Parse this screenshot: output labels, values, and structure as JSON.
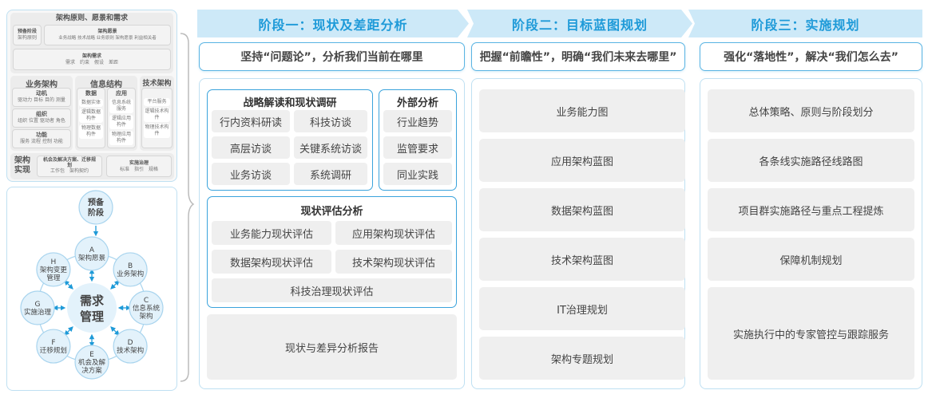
{
  "left_top": {
    "title": "架构原则、愿景和需求",
    "prelim": {
      "title": "预备阶段",
      "items": "架构原则"
    },
    "vision": {
      "title": "架构愿景",
      "items": "业务战略 技术战略 业务原则 架构愿景 利益相关者"
    },
    "requirements": {
      "title": "架构需求",
      "items": "需求　约束　假设　差距"
    },
    "business": {
      "title": "业务架构",
      "blocks": [
        {
          "title": "动机",
          "items": "驱动力 目标 目的 测量"
        },
        {
          "title": "组织",
          "items": "组织 位置 驱动者 角色"
        },
        {
          "title": "功能",
          "items": "服务 流程 控制 功能"
        }
      ]
    },
    "information": {
      "title": "信息结构",
      "data": {
        "title": "数据",
        "items": [
          "数据实体",
          "逻辑数据构件",
          "物理数据构件"
        ]
      },
      "app": {
        "title": "应用",
        "items": [
          "信息系统服务",
          "逻辑应用构件",
          "物理应用构件"
        ]
      }
    },
    "technology": {
      "title": "技术架构",
      "items": [
        "平台服务",
        "逻辑技术构件",
        "物理技术构件"
      ]
    },
    "realization": {
      "title": "架构实现",
      "opportunity": {
        "title": "机会及解决方案、迁移规划",
        "items": "工作包　架构契约"
      },
      "governance": {
        "title": "实施治理",
        "items": "标准　指引　规格"
      }
    }
  },
  "cycle": {
    "center": "需求管理",
    "prelim": "预备阶段",
    "nodes": [
      {
        "letter": "A",
        "label": "架构愿景"
      },
      {
        "letter": "B",
        "label": "业务架构"
      },
      {
        "letter": "C",
        "label": "信息系统架构"
      },
      {
        "letter": "D",
        "label": "技术架构"
      },
      {
        "letter": "E",
        "label": "机会及解决方案"
      },
      {
        "letter": "F",
        "label": "迁移规划"
      },
      {
        "letter": "G",
        "label": "实施治理"
      },
      {
        "letter": "H",
        "label": "架构变更管理"
      }
    ],
    "colors": {
      "fill": "#e3f2fb",
      "stroke": "#a8d4ee",
      "arrow": "#1e9ad8"
    }
  },
  "stages": [
    {
      "title": "阶段一：现状及差距分析",
      "subtitle": "坚持“问题论”，分析我们当前在哪里"
    },
    {
      "title": "阶段二：目标蓝图规划",
      "subtitle": "把握“前瞻性”，明确“我们未来去哪里”"
    },
    {
      "title": "阶段三：实施规划",
      "subtitle": "强化“落地性”，解决“我们怎么去”"
    }
  ],
  "stage1": {
    "research": {
      "title": "战略解读和现状调研",
      "items": [
        "行内资料研读",
        "科技访谈",
        "高层访谈",
        "关键系统访谈",
        "业务访谈",
        "系统调研"
      ]
    },
    "external": {
      "title": "外部分析",
      "items": [
        "行业趋势",
        "监管要求",
        "同业实践"
      ]
    },
    "assessment": {
      "title": "现状评估分析",
      "items": [
        "业务能力现状评估",
        "应用架构现状评估",
        "数据架构现状评估",
        "技术架构现状评估",
        "科技治理现状评估"
      ]
    },
    "report": "现状与差异分析报告"
  },
  "stage2": {
    "items": [
      "业务能力图",
      "应用架构蓝图",
      "数据架构蓝图",
      "技术架构蓝图",
      "IT治理规划",
      "架构专题规划"
    ]
  },
  "stage3": {
    "items": [
      "总体策略、原则与阶段划分",
      "各条线实施路径线路图",
      "项目群实施路径与重点工程提炼",
      "保障机制规划",
      "实施执行中的专家管控与跟踪服务"
    ]
  },
  "colors": {
    "accent": "#1e9ad8",
    "header_bg": "#cde9f8",
    "item_bg": "#efefef"
  }
}
